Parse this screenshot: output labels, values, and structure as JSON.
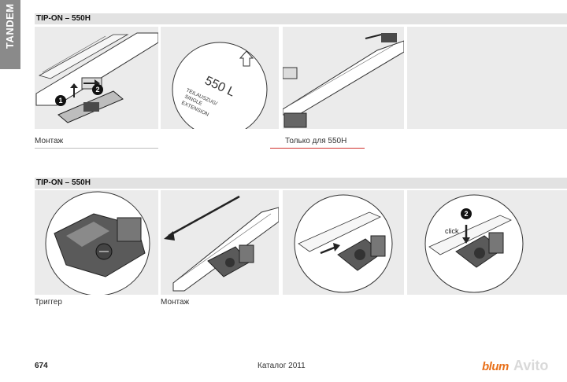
{
  "side_tab": {
    "label": "TANDEM"
  },
  "sections": [
    {
      "header": "TIP-ON – 550H"
    },
    {
      "header": "TIP-ON – 550H"
    }
  ],
  "top_panels": {
    "p1": {
      "callout_1": "1",
      "callout_2": "2"
    },
    "p2": {
      "model_text": "550 L",
      "stamp_line1": "TEILAUSZUG/",
      "stamp_line2": "SINGLE",
      "stamp_line3": "EXTENSION"
    },
    "captions": {
      "mount": "Монтаж",
      "only_for": "Только для 550H"
    }
  },
  "bottom_panels": {
    "p4": {
      "callout_2": "2",
      "click_text": "click"
    },
    "captions": {
      "trigger": "Триггер",
      "mount": "Монтаж"
    }
  },
  "footer": {
    "page_number": "674",
    "catalog": "Каталог 2011",
    "brand": "blum",
    "watermark": "Avito"
  },
  "colors": {
    "accent": "#e8701a",
    "red_rule": "#d0312d",
    "panel_bg": "#ebebeb",
    "header_bg": "#e2e2e2"
  }
}
